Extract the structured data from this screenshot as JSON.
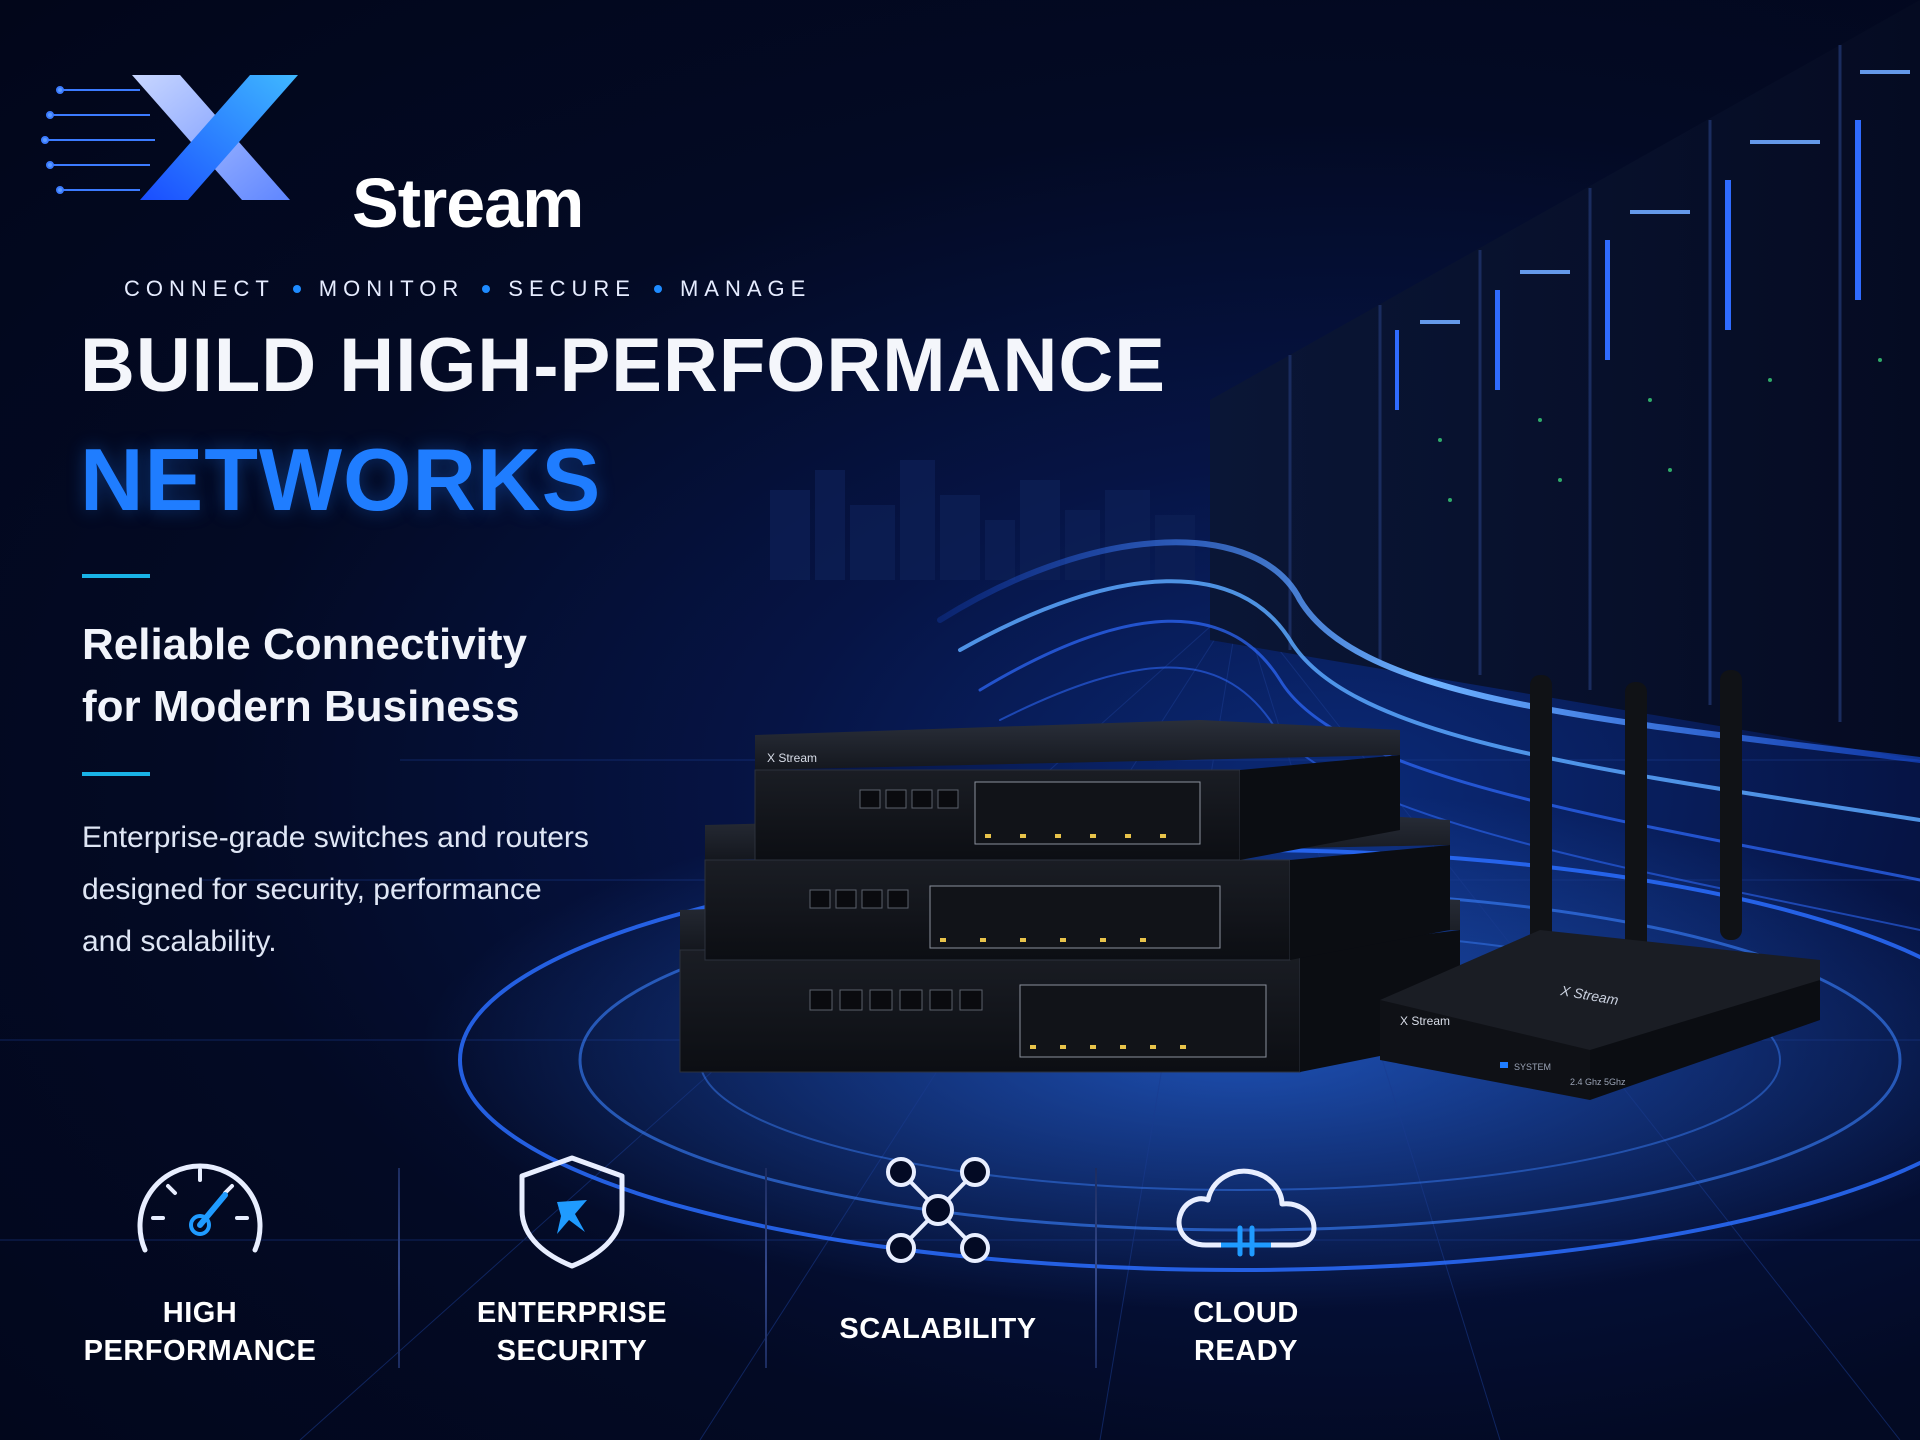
{
  "brand": {
    "name": "Stream",
    "logo_icon": "x-logo-icon",
    "tagline": [
      "CONNECT",
      "MONITOR",
      "SECURE",
      "MANAGE"
    ]
  },
  "hero": {
    "headline_line1": "BUILD HIGH-PERFORMANCE",
    "headline_line2": "NETWORKS",
    "subheadline_line1": "Reliable Connectivity",
    "subheadline_line2": "for Modern Business",
    "body_line1": "Enterprise-grade switches and routers",
    "body_line2": "designed for security, performance",
    "body_line3": "and scalability."
  },
  "products": {
    "switch_brand": "X Stream",
    "router_brand": "X Stream",
    "router_top_label": "X Stream",
    "router_status": "SYSTEM",
    "router_band": "2.4 Ghz 5Ghz"
  },
  "features": [
    {
      "icon": "speedometer-icon",
      "line1": "HIGH",
      "line2": "PERFORMANCE"
    },
    {
      "icon": "shield-icon",
      "line1": "ENTERPRISE",
      "line2": "SECURITY"
    },
    {
      "icon": "network-nodes-icon",
      "line1": "SCALABILITY",
      "line2": ""
    },
    {
      "icon": "cloud-icon",
      "line1": "CLOUD",
      "line2": "READY"
    }
  ],
  "colors": {
    "accent_blue": "#1f7dff",
    "accent_cyan": "#19b3e6",
    "background": "#030a24"
  }
}
